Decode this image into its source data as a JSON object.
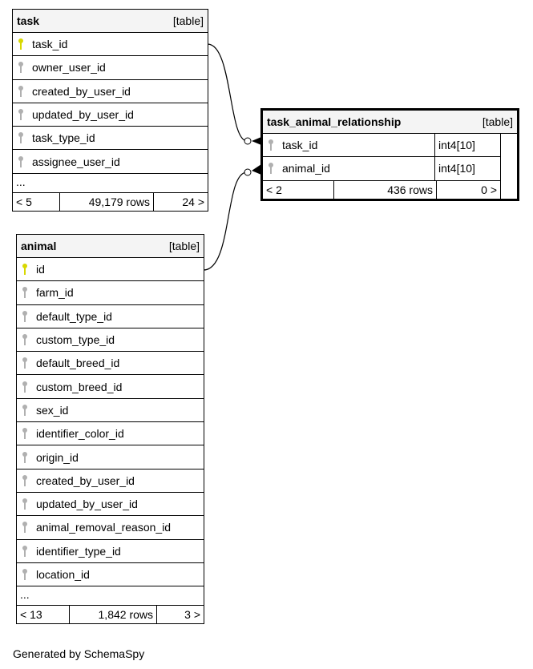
{
  "tables": {
    "task": {
      "name": "task",
      "kind": "[table]",
      "columns": [
        "task_id",
        "owner_user_id",
        "created_by_user_id",
        "updated_by_user_id",
        "task_type_id",
        "assignee_user_id"
      ],
      "more": "...",
      "parents": "< 5",
      "rows": "49,179 rows",
      "children": "24 >"
    },
    "animal": {
      "name": "animal",
      "kind": "[table]",
      "columns": [
        "id",
        "farm_id",
        "default_type_id",
        "custom_type_id",
        "default_breed_id",
        "custom_breed_id",
        "sex_id",
        "identifier_color_id",
        "origin_id",
        "created_by_user_id",
        "updated_by_user_id",
        "animal_removal_reason_id",
        "identifier_type_id",
        "location_id"
      ],
      "more": "...",
      "parents": "< 13",
      "rows": "1,842 rows",
      "children": "3 >"
    },
    "rel": {
      "name": "task_animal_relationship",
      "kind": "[table]",
      "columns": [
        {
          "name": "task_id",
          "type": "int4[10]"
        },
        {
          "name": "animal_id",
          "type": "int4[10]"
        }
      ],
      "parents": "< 2",
      "rows": "436 rows",
      "children": "0 >"
    }
  },
  "footer": "Generated by SchemaSpy",
  "colors": {
    "pk": "#d8d800",
    "fk": "#b0b0b0",
    "header": "#f4f4f4"
  }
}
